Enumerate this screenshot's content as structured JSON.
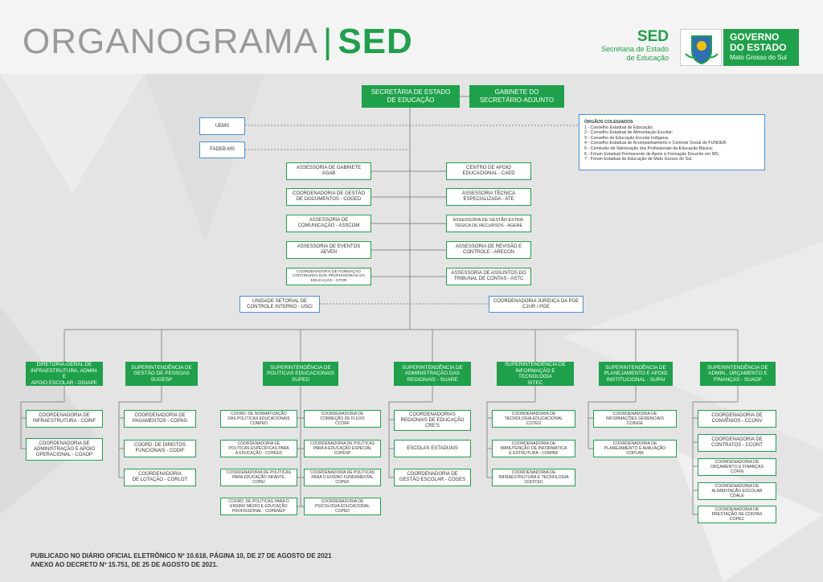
{
  "header": {
    "title_main": "ORGANOGRAMA",
    "title_sep": "|",
    "title_sed": "SED",
    "brand_name": "SED",
    "brand_sub1": "Secretaria de Estado",
    "brand_sub2": "de Educação",
    "gov_line1": "GOVERNO",
    "gov_line2": "DO ESTADO",
    "gov_line3": "Mato Grosso do Sul"
  },
  "top": {
    "secretaria": "SECRETÁRIA DE ESTADO\nDE EDUCAÇÃO",
    "gabinete": "GABINETE DO\nSECRETÁRIO-ADJUNTO",
    "uems": "UEMS",
    "fadeb": "FADEB-MS"
  },
  "orgaos": {
    "title": "ÓRGÃOS COLEGIADOS",
    "items": [
      "1 - Conselho Estadual de Educação;",
      "2 - Conselho Estadual de Alimentação Escolar;",
      "3 - Conselho de Educação Escolar Indígena;",
      "4 - Conselho Estadual de Acompanhamento e Controle Social do FUNDEB;",
      "5 - Comissão de Valorização dos Profissionais da Educação Básica;",
      "6 - Fórum Estadual Permanente de Apoio à Formação Docente em MS;",
      "7 - Fórum Estadual de Educação de Mato Grosso do Sul."
    ]
  },
  "assessorias": {
    "left": [
      "ASSESSORIA DE GABINETE\nAGAB",
      "COORDENADORIA DE GESTÃO\nDE DOCUMENTOS - COGED",
      "ASSESSORIA DE\nCOMUNICAÇÃO - ASSCOM",
      "ASSESSORIA DE EVENTOS\nAEVEN",
      "COORDENADORIA DE FORMAÇÃO\nCONTINUADA DOS PROFISSIONAIS DA\nEDUCAÇÃO - CFOR"
    ],
    "right": [
      "CENTRO DE APOIO\nEDUCACIONAL - CAED",
      "ASSESSORIA TÉCNICA\nESPECIALIZADA - ATE",
      "ASSESSORIA DE GESTÃO ESTRA-\nTÉGICA DE RECURSOS - AGERE",
      "ASSESSORIA DE REVISÃO E\nCONTROLE - ARECON",
      "ASSESSORIA DE ASSUNTOS DO\nTRIBUNAL DE CONTAS - ASTC"
    ]
  },
  "controle": {
    "usci": "UNIDADE SETORIAL DE\nCONTROLE INTERNO - USCI",
    "cjur": "COORDENADORIA JURÍDICA DA PGE\nCJUR / PGE"
  },
  "superintendencias": [
    {
      "name": "DIRETORIA-GERAL DE\nINFRAESTRUTURA, ADMIN. E\nAPOIO ESCOLAR - DGIAPE",
      "children": [
        "COORDENADORIA DE\nINFRAESTRUTURA - COINF",
        "COORDENADORIA DE\nADMINISTRAÇÃO E APOIO\nOPERACIONAL - COAOP"
      ]
    },
    {
      "name": "SUPERINTENDÊNCIA DE\nGESTÃO DE PESSOAS\nSUGESP",
      "children": [
        "COORDENADORIA DE\nPAGAMENTOS - COPAG",
        "COORD. DE DIREITOS\nFUNCIONAIS - CODIF",
        "COORDENADORIA\nDE LOTAÇÃO - CORLOT"
      ]
    },
    {
      "name": "SUPERINTENDÊNCIA DE\nPOLÍTICAS EDUCACIONAIS\nSUPED",
      "children_left": [
        "COORD. DE NORMATIZAÇÃO\nDAS POLÍTICAS EDUCACIONAIS\nCONPED",
        "COORDENADORIA DE\nPOLÍTICAS ESPECÍFICAS PARA\nA EDUCAÇÃO - COPEED",
        "COORDENADORIA DE POLÍTICAS\nPARA EDUCAÇÃO INFANTIL\nCOPEI",
        "COORD. DE POLÍTICAS PARA O\nENSINO MÉDIO E EDUCAÇÃO\nPROFISSIONAL - COPEMEP"
      ],
      "children_right": [
        "COORDENADORIA DE\nCORREÇÃO DE FLUXO\nCCORF",
        "COORDENADORIA DE POLÍTICAS\nPARA A EDUCAÇÃO ESPECIAL\nCOPESP",
        "COORDENADORIA DE POLÍTICAS\nPARA O ENSINO FUNDAMENTAL\nCOPEF",
        "COORDENADORIA DE\nPSICOLOGIA EDUCACIONAL\nCOPED"
      ]
    },
    {
      "name": "SUPERINTENDÊNCIA DE\nADMINISTRAÇÃO DAS\nREGIONAIS - SUARE",
      "children": [
        "COORDENADORIAS\nREGIONAIS DE EDUCAÇÃO\nCRE'S",
        "ESCOLAS ESTADUAIS",
        "COORDENADORIA DE\nGESTÃO ESCOLAR - COGES"
      ]
    },
    {
      "name": "SUPERINTENDÊNCIA DE\nINFORMAÇÃO E TECNOLOGIA\nSITEC",
      "children": [
        "COORDENADORIA DE\nTECNOLOGIA EDUCACIONAL\nCOTED",
        "COORDENADORIA DE\nMANUTENÇÃO DE INFORMÁTICA\nE ESTRUTURA - COMINF",
        "COORDENADORIA DE\nINFRAESTRUTURA E TECNOLOGIA\nCODITEC"
      ]
    },
    {
      "name": "SUPERINTENDÊNCIA DE\nPLANEJAMENTO E APOIO\nINSTITUCIONAL - SUPAI",
      "children": [
        "COORDENADORIA DE\nINFORMAÇÕES GERENCIAIS\nCOINGE",
        "COORDENADORIA DE\nPLANEJAMENTO E AVALIAÇÃO\nCOPLAN"
      ]
    },
    {
      "name": "SUPERINTENDÊNCIA DE\nADMIN., ORÇAMENTO E\nFINANÇAS - SUAOF",
      "children": [
        "COORDENADORIA DE\nCONVÊNIOS - CCONV",
        "COORDENADORIA DE\nCONTRATOS - CCONT",
        "COORDENADORIA DE\nORÇAMENTO E FINANÇAS\nCOFIN",
        "COORDENADORIA DE\nALIMENTAÇÃO ESCOLAR\nCOALE",
        "COORDENADORIA DE\nPRESTAÇÃO DE CONTAS\nCOPEC"
      ]
    }
  ],
  "footer": {
    "line1": "PUBLICADO NO DIÁRIO OFICIAL ELETRÔNICO Nº 10.618, PÁGINA 10, DE 27 DE AGOSTO DE 2021",
    "line2": "ANEXO AO DECRETO Nº 15.751, DE 25 DE AGOSTO DE 2021."
  },
  "colors": {
    "green": "#1ea14a",
    "blue": "#4a90d9",
    "line": "#8c8c8c"
  }
}
